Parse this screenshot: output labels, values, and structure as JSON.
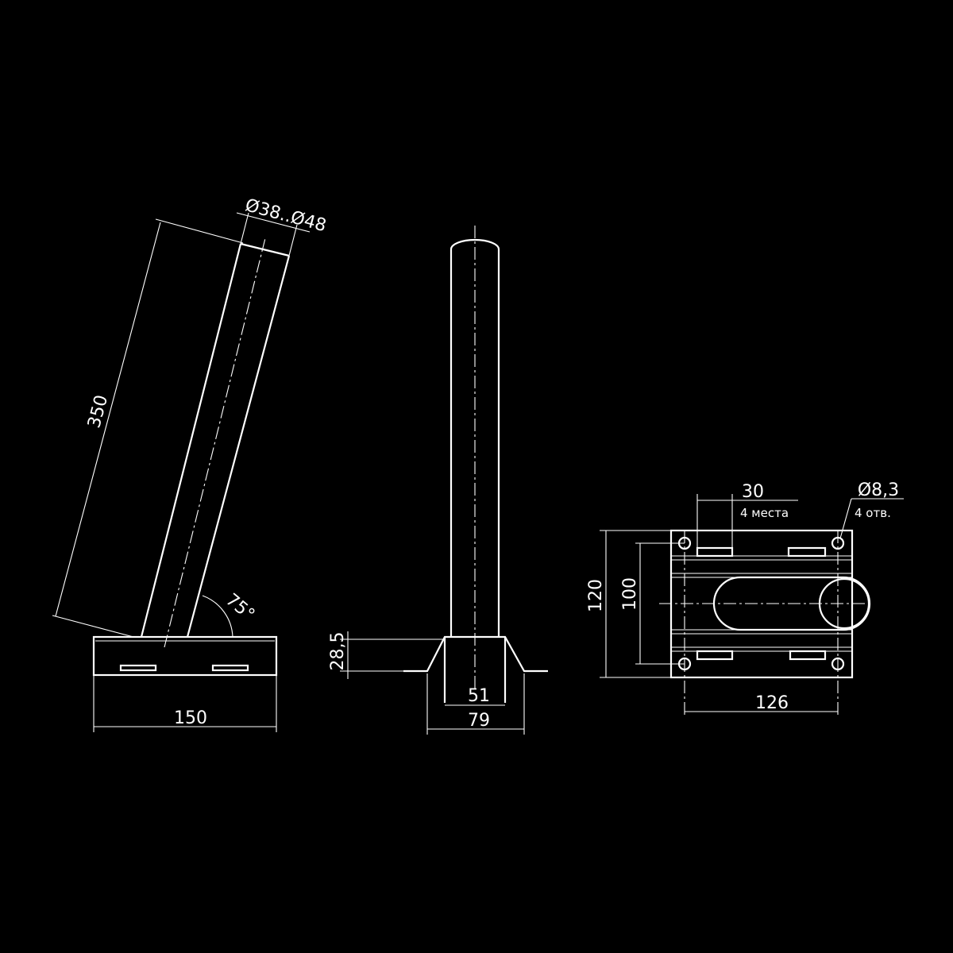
{
  "side_view": {
    "length_dim": "350",
    "diameter_dim": "Ø38..Ø48",
    "angle_dim": "75°",
    "base_width_dim": "150"
  },
  "front_view": {
    "height_dim": "28,5",
    "inner_width_dim": "51",
    "outer_width_dim": "79"
  },
  "plan_view": {
    "slot_dim": "30",
    "slot_note": "4 места",
    "hole_dim": "Ø8,3",
    "hole_note": "4 отв.",
    "height_outer_dim": "120",
    "height_inner_dim": "100",
    "width_dim": "126"
  },
  "colors": {
    "background": "#000000",
    "line": "#ffffff"
  }
}
